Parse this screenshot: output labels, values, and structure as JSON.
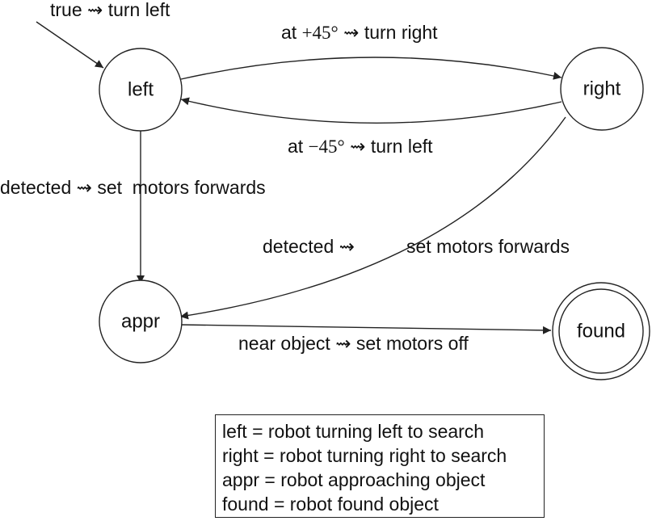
{
  "states": {
    "left": "left",
    "right": "right",
    "appr": "appr",
    "found": "found"
  },
  "edges": {
    "initial": {
      "guard": "true",
      "arrow": "⇝",
      "action": "turn left"
    },
    "left_to_right": {
      "pre": "at ",
      "angle": "+45°",
      "arrow": "⇝",
      "action": "turn right"
    },
    "right_to_left": {
      "pre": "at ",
      "angle": "−45°",
      "arrow": "⇝",
      "action": "turn left"
    },
    "left_to_appr": {
      "guard": "detected",
      "arrow": "⇝",
      "action": "set  motors forwards"
    },
    "right_to_appr": {
      "guard": "detected",
      "arrow": "⇝",
      "action": "set motors forwards"
    },
    "appr_to_found": {
      "guard": "near object",
      "arrow": "⇝",
      "action": "set motors off"
    }
  },
  "legend": [
    "left = robot turning left to search",
    "right = robot turning right to search",
    "appr = robot approaching object",
    "found = robot found object"
  ]
}
